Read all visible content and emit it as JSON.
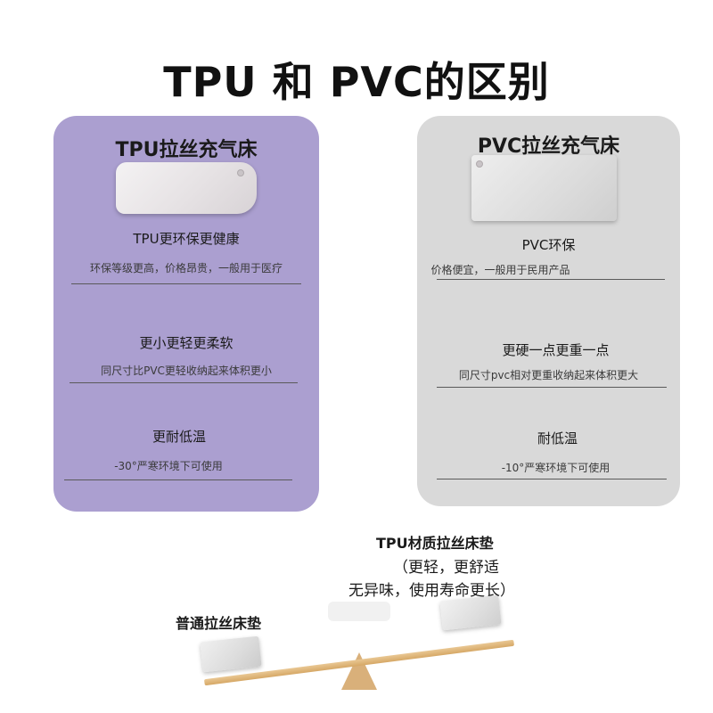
{
  "title": "TPU 和 PVC的区别",
  "tpu_card": {
    "title": "TPU拉丝充气床",
    "features": [
      {
        "title": "TPU更环保更健康",
        "desc": "环保等级更高，价格昂贵，一般用于医疗"
      },
      {
        "title": "更小更轻更柔软",
        "desc": "同尺寸比PVC更轻收纳起来体积更小"
      },
      {
        "title": "更耐低温",
        "desc": "-30°严寒环境下可使用"
      }
    ],
    "color": "#ab9fd0"
  },
  "pvc_card": {
    "title": "PVC拉丝充气床",
    "features": [
      {
        "title": "PVC环保",
        "desc": "价格便宜，一般用于民用产品"
      },
      {
        "title": "更硬一点更重一点",
        "desc": "同尺寸pvc相对更重收纳起来体积更大"
      },
      {
        "title": "耐低温",
        "desc": "-10°严寒环境下可使用"
      }
    ],
    "color": "#d9d9d9"
  },
  "seesaw": {
    "tpu_label": "TPU材质拉丝床垫",
    "tpu_note_1": "（更轻，更舒适",
    "tpu_note_2": "无异味，使用寿命更长）",
    "normal_label": "普通拉丝床垫"
  }
}
